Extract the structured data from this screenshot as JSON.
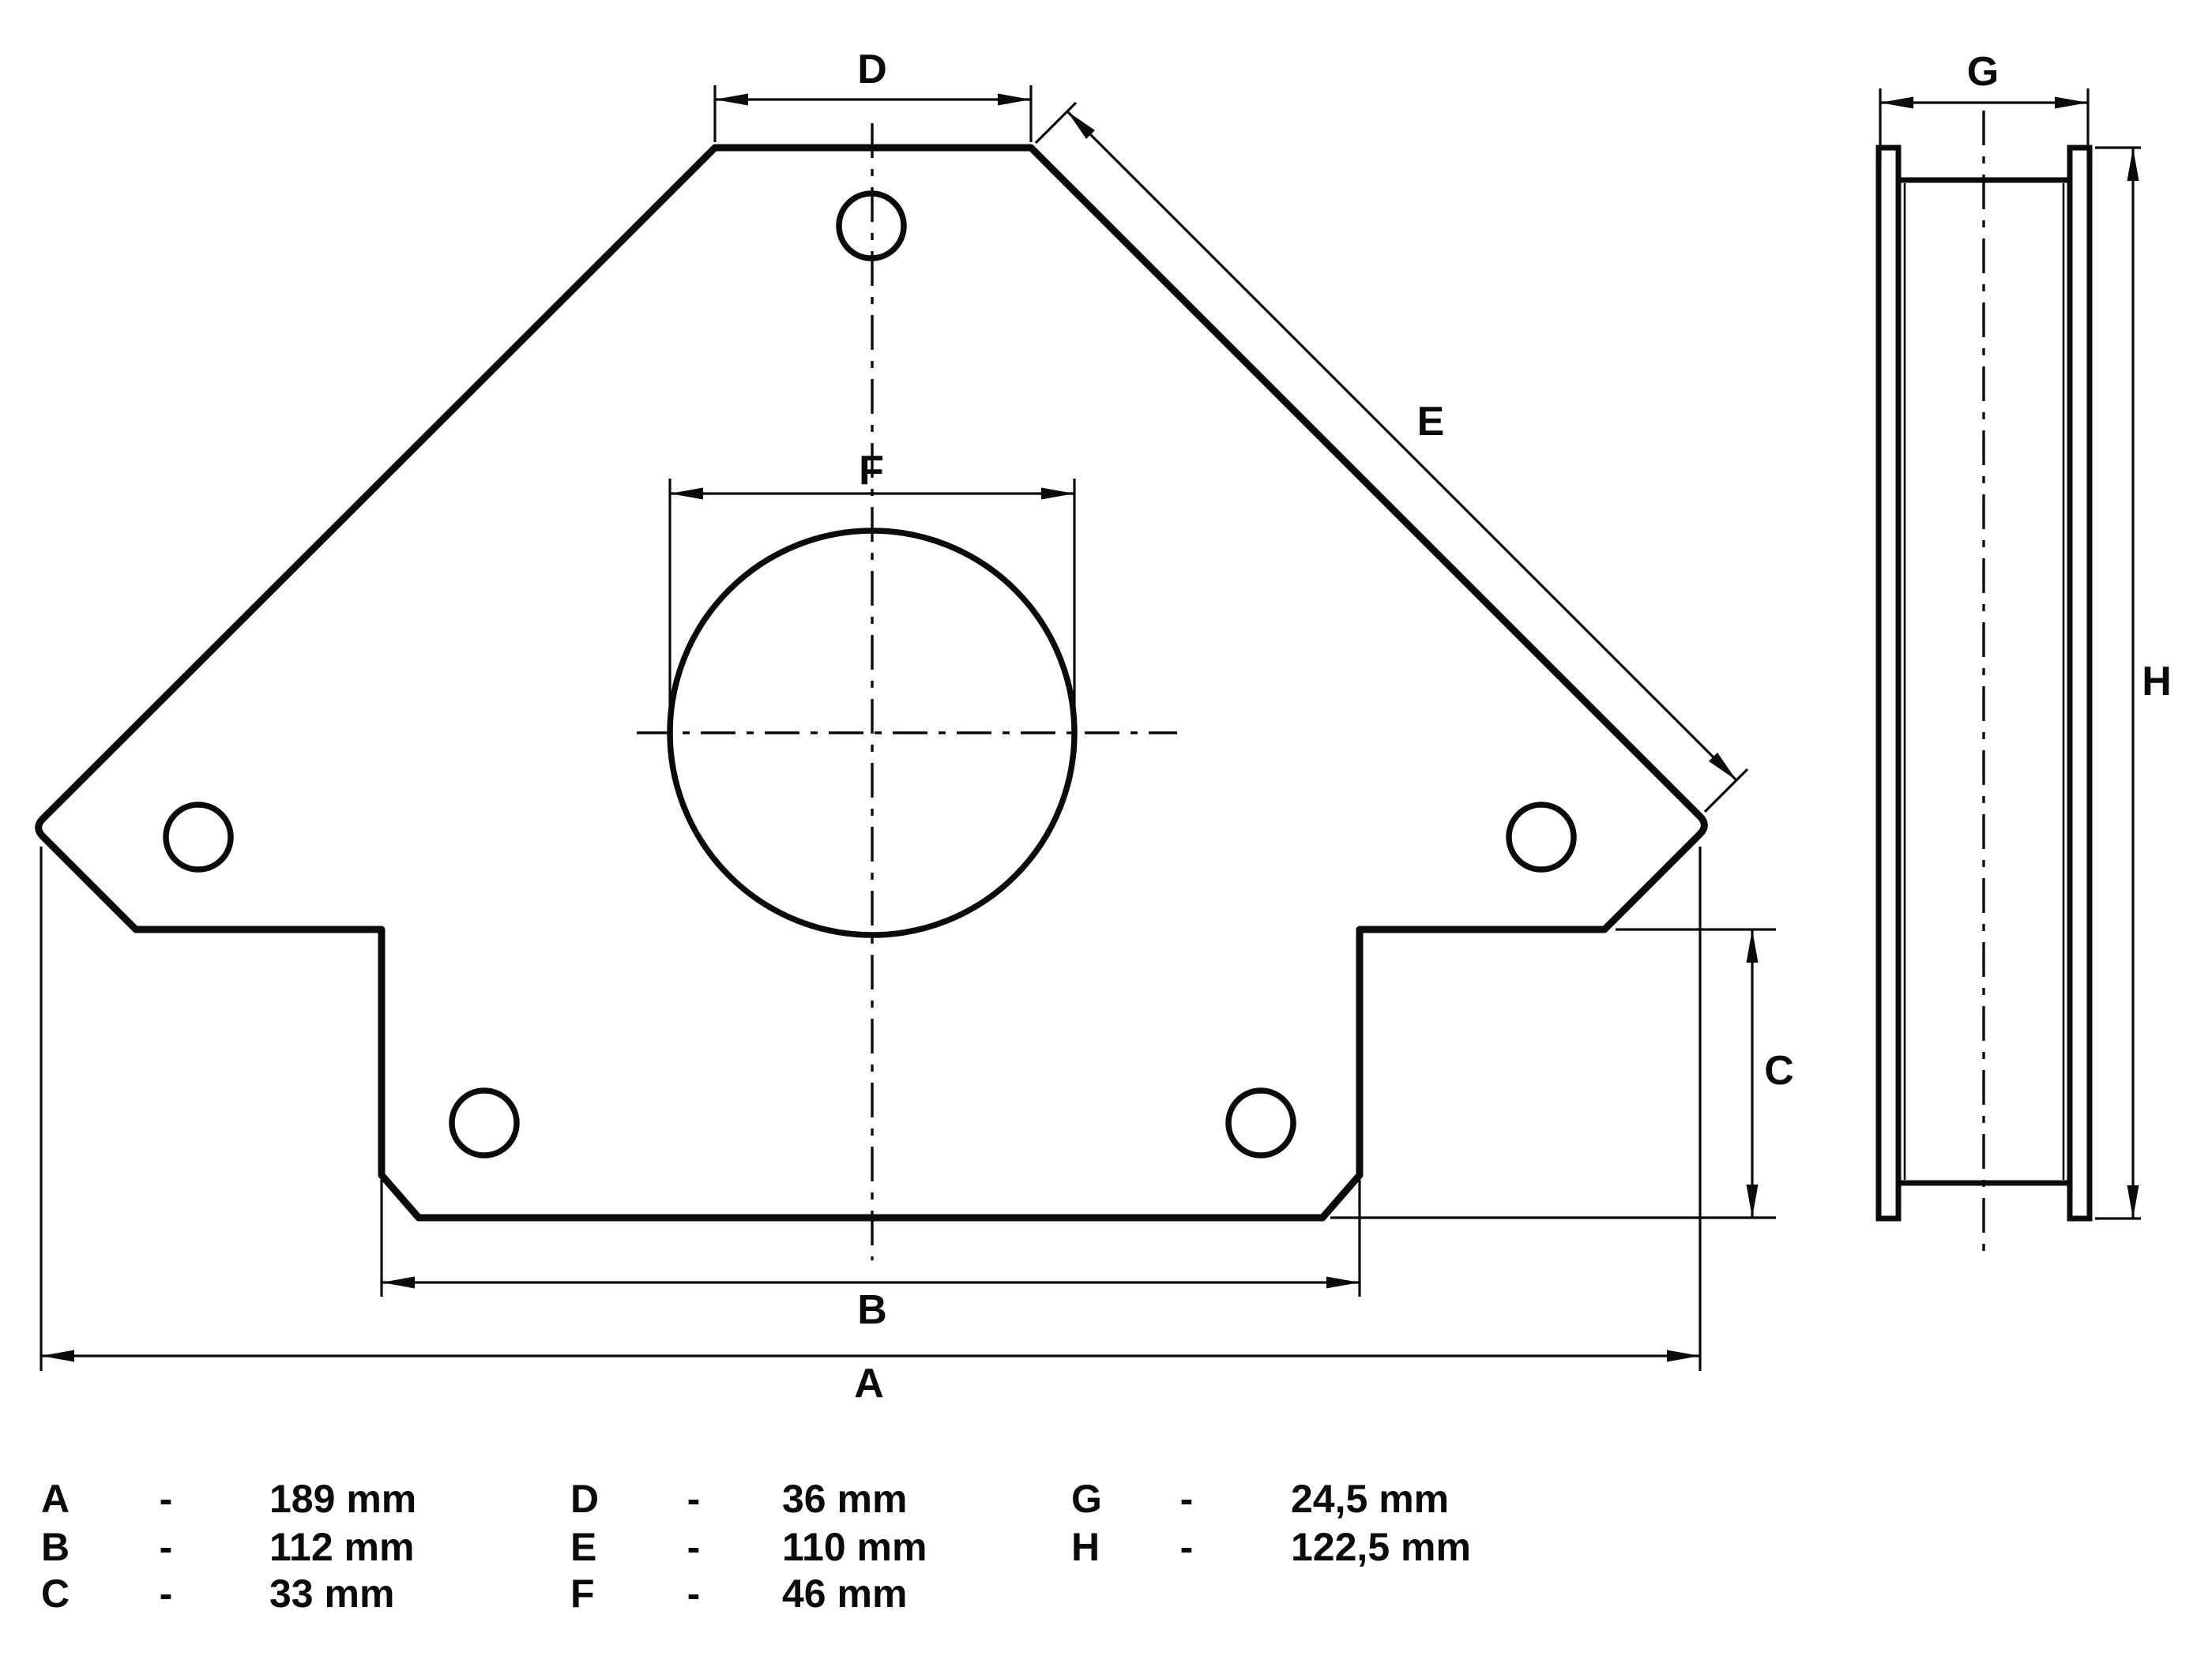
{
  "page": {
    "background": "#ffffff",
    "ink": "#0b0b0b",
    "description": "Technical dimension drawing of an arrow-shaped welding magnet holder, front view and side view with legend"
  },
  "dim_labels": {
    "A": "A",
    "B": "B",
    "C": "C",
    "D": "D",
    "E": "E",
    "F": "F",
    "G": "G",
    "H": "H"
  },
  "legend": {
    "separator": "-",
    "columns": [
      {
        "rows": [
          {
            "letter": "A",
            "value": "189 mm"
          },
          {
            "letter": "B",
            "value": "112 mm"
          },
          {
            "letter": "C",
            "value": "33 mm"
          }
        ]
      },
      {
        "rows": [
          {
            "letter": "D",
            "value": "36 mm"
          },
          {
            "letter": "E",
            "value": "110 mm"
          },
          {
            "letter": "F",
            "value": "46 mm"
          }
        ]
      },
      {
        "rows": [
          {
            "letter": "G",
            "value": "24,5 mm"
          },
          {
            "letter": "H",
            "value": "122,5 mm"
          }
        ]
      }
    ]
  }
}
